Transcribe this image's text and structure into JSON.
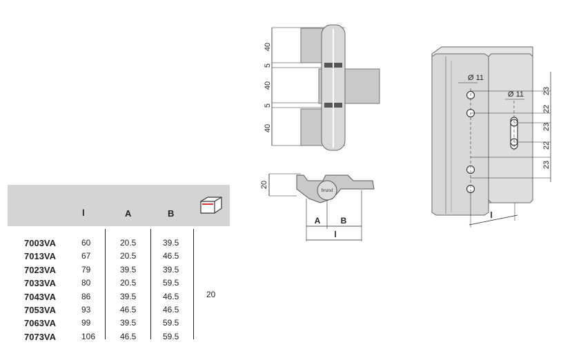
{
  "table": {
    "headers": {
      "l": "l",
      "a": "A",
      "b": "B"
    },
    "box_icon": "cube-box-icon",
    "rows": [
      {
        "code": "7003VA",
        "l": "60",
        "a": "20.5",
        "b": "39.5"
      },
      {
        "code": "7013VA",
        "l": "67",
        "a": "20.5",
        "b": "46.5"
      },
      {
        "code": "7023VA",
        "l": "79",
        "a": "39.5",
        "b": "39.5"
      },
      {
        "code": "7033VA",
        "l": "80",
        "a": "20.5",
        "b": "59.5"
      },
      {
        "code": "7043VA",
        "l": "86",
        "a": "39.5",
        "b": "46.5"
      },
      {
        "code": "7053VA",
        "l": "93",
        "a": "46.5",
        "b": "46.5"
      },
      {
        "code": "7063VA",
        "l": "99",
        "a": "39.5",
        "b": "59.5"
      },
      {
        "code": "7073VA",
        "l": "106",
        "a": "46.5",
        "b": "59.5"
      }
    ],
    "pack_qty": "20"
  },
  "hinge_front": {
    "dims": [
      "40",
      "5",
      "40",
      "5",
      "40"
    ]
  },
  "hinge_top": {
    "height": "20",
    "label_a": "A",
    "label_b": "B",
    "label_l": "l"
  },
  "profile": {
    "hole_dia_left": "Ø 11",
    "hole_dia_right": "Ø 11",
    "dims": [
      "23",
      "22",
      "23",
      "22",
      "23"
    ],
    "label_l": "l"
  }
}
